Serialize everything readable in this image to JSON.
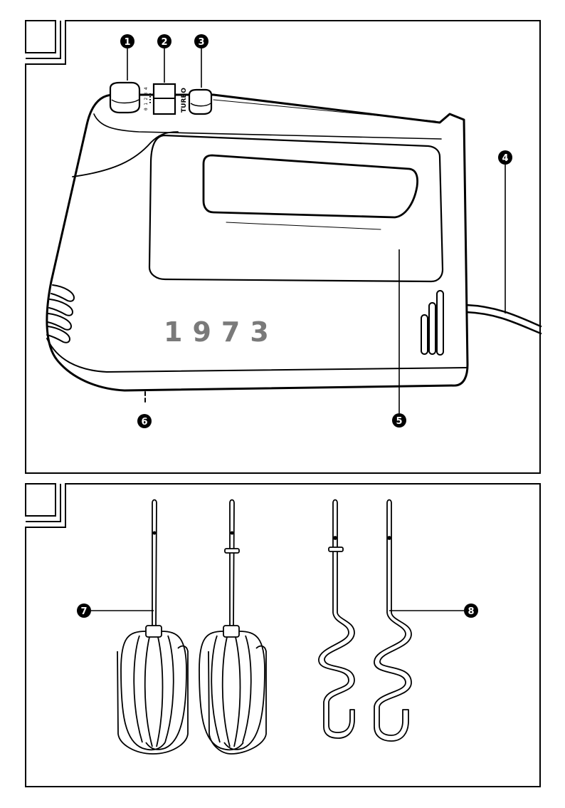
{
  "brand_text": "1973",
  "switch_scale": "0 1 2 3 4",
  "turbo_label": "TURBO",
  "callouts": [
    "1",
    "2",
    "3",
    "4",
    "5",
    "6",
    "7",
    "8"
  ]
}
